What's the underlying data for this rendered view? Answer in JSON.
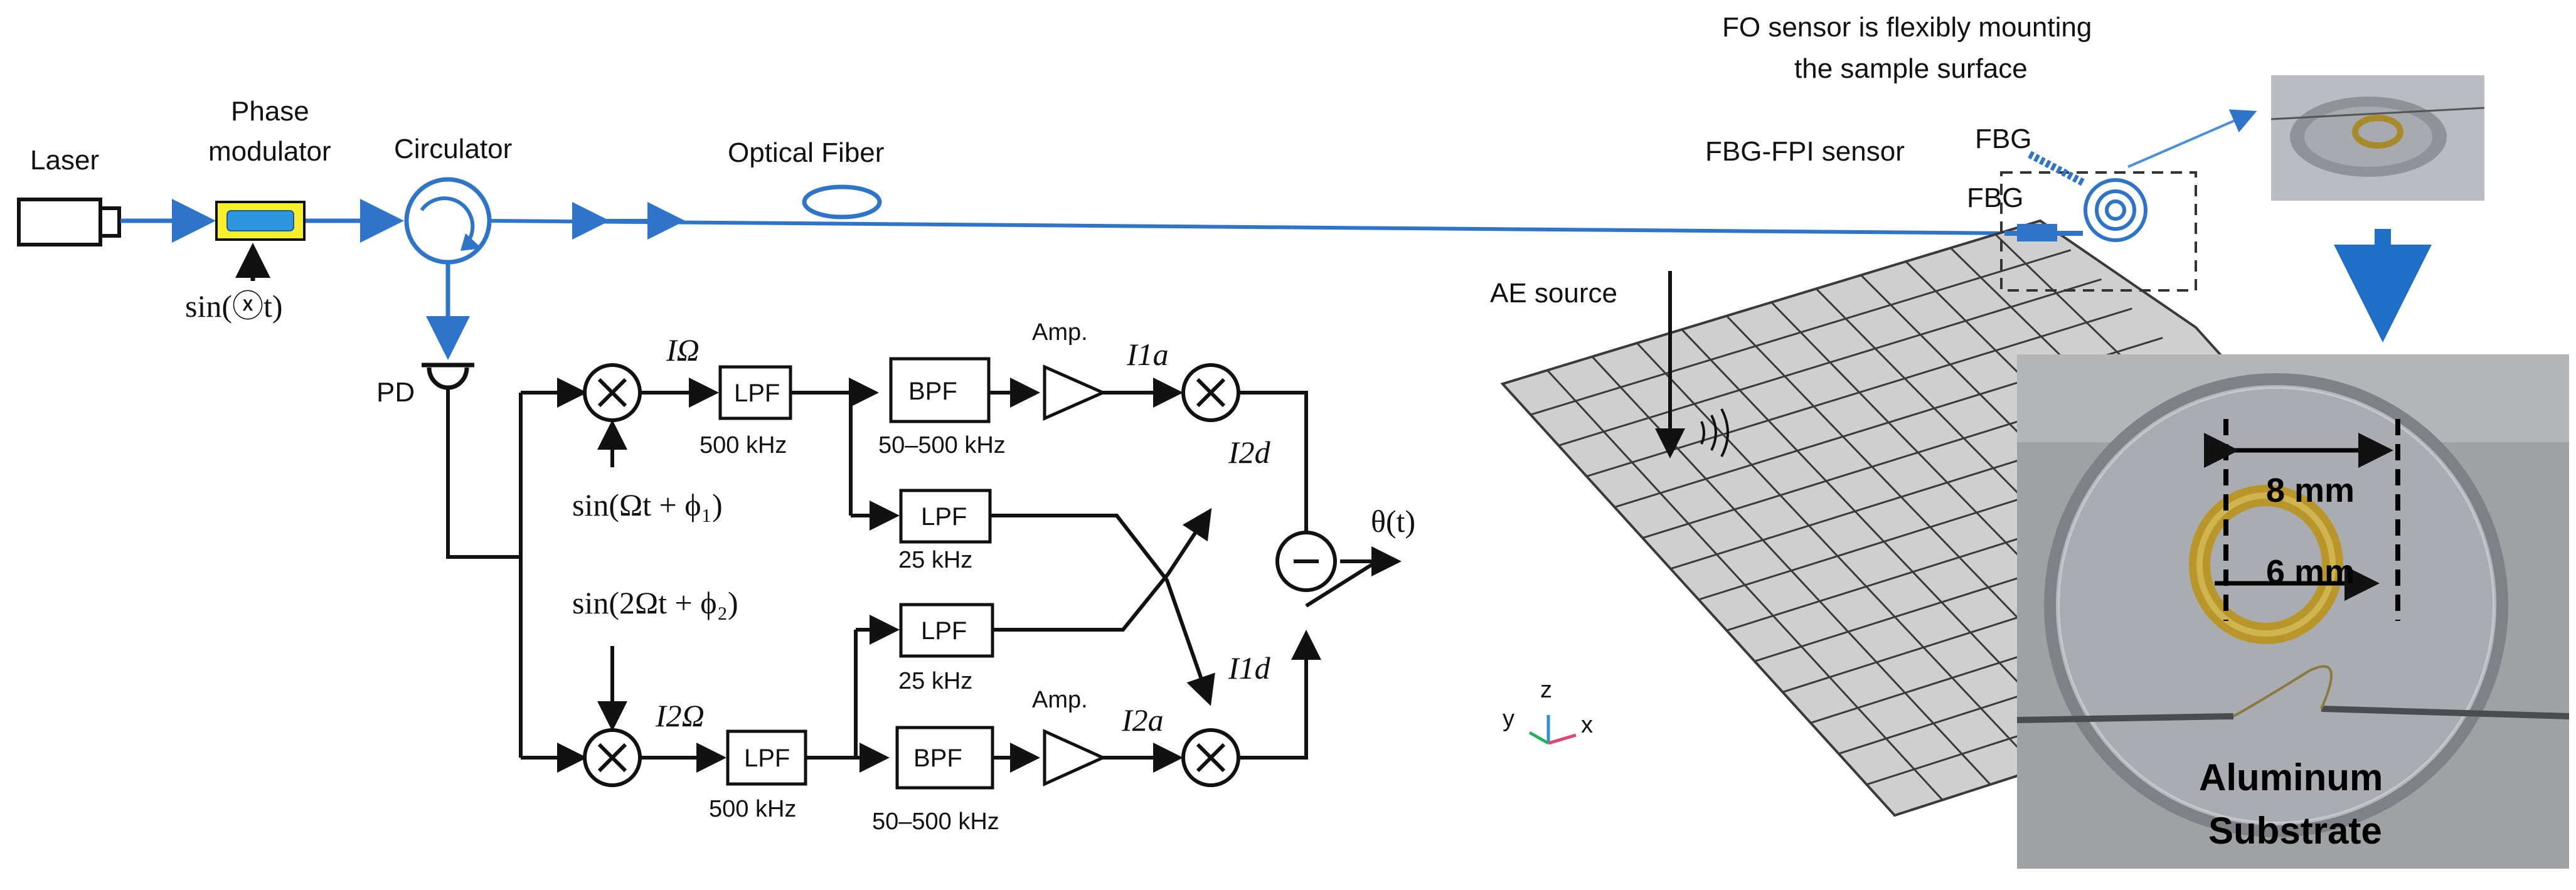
{
  "labels": {
    "laser": "Laser",
    "phase_modulator_line1": "Phase",
    "phase_modulator_line2": "modulator",
    "circulator": "Circulator",
    "optical_fiber": "Optical Fiber",
    "fbg_fpi_sensor": "FBG-FPI sensor",
    "fbg_top": "FBG",
    "fbg_left": "FBG",
    "fo_note_line1": "FO sensor is flexibly mounting",
    "fo_note_line2": "the sample surface",
    "ae_source": "AE source",
    "pd": "PD",
    "mod_signal": "sin(ⓧt)",
    "ref1": "sin(Ωt + ϕ₁)",
    "ref2": "sin(2Ωt + ϕ₂)",
    "i_omega": "IΩ",
    "i_2omega": "I2Ω",
    "i_1a": "I1a",
    "i_2a": "I2a",
    "i_2d": "I2d",
    "i_1d": "I1d",
    "theta": "θ(t)",
    "amp_top": "Amp.",
    "amp_bottom": "Amp.",
    "lpf_top": "LPF",
    "lpf_top_freq": "500 kHz",
    "bpf_top": "BPF",
    "bpf_top_freq": "50–500 kHz",
    "lpf_mid1": "LPF",
    "lpf_mid1_freq": "25 kHz",
    "lpf_mid2": "LPF",
    "lpf_mid2_freq": "25 kHz",
    "lpf_bottom": "LPF",
    "lpf_bottom_freq": "500 kHz",
    "bpf_bottom": "BPF",
    "bpf_bottom_freq": "50–500 kHz",
    "axis_x": "x",
    "axis_y": "y",
    "axis_z": "z",
    "dim_8mm": "8 mm",
    "dim_6mm": "6 mm",
    "substrate_line1": "Aluminum",
    "substrate_line2": "Substrate"
  },
  "colors": {
    "fiber": "#2e75c9",
    "modulator_fill": "#f5f02a",
    "modulator_core": "#2e95e0",
    "plate": "#cfcfcf",
    "plate_grid": "#3a3a3a",
    "photo_bg": "#9fa2a5"
  }
}
